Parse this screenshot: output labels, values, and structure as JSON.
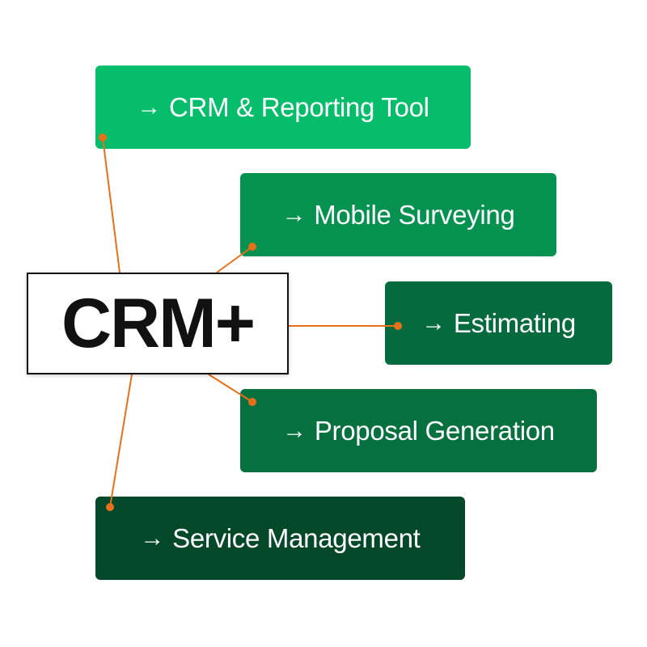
{
  "diagram": {
    "center": {
      "label": "CRM+"
    },
    "arrow_glyph": "→",
    "connector_color": "#e8701a",
    "nodes": [
      {
        "label": "CRM & Reporting Tool",
        "color": "#05bd6a"
      },
      {
        "label": "Mobile Surveying",
        "color": "#059150"
      },
      {
        "label": "Estimating",
        "color": "#056b3e"
      },
      {
        "label": "Proposal Generation",
        "color": "#06703f"
      },
      {
        "label": "Service Management",
        "color": "#04482a"
      }
    ]
  }
}
